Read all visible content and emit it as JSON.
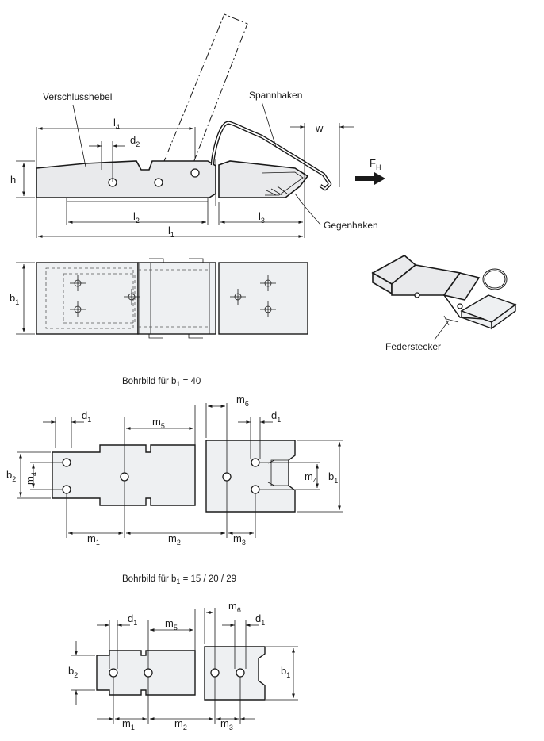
{
  "labels": {
    "verschlusshebel": "Verschlusshebel",
    "spannhaken": "Spannhaken",
    "gegenhaken": "Gegenhaken",
    "federstecker": "Federstecker"
  },
  "force": {
    "main": "F",
    "sub": "H"
  },
  "dims": {
    "h": "h",
    "w": "w",
    "l1": {
      "main": "l",
      "sub": "1"
    },
    "l2": {
      "main": "l",
      "sub": "2"
    },
    "l3": {
      "main": "l",
      "sub": "3"
    },
    "l4": {
      "main": "l",
      "sub": "4"
    },
    "d1": {
      "main": "d",
      "sub": "1"
    },
    "d2": {
      "main": "d",
      "sub": "2"
    },
    "b1": {
      "main": "b",
      "sub": "1"
    },
    "b2": {
      "main": "b",
      "sub": "2"
    },
    "m1": {
      "main": "m",
      "sub": "1"
    },
    "m2": {
      "main": "m",
      "sub": "2"
    },
    "m3": {
      "main": "m",
      "sub": "3"
    },
    "m4": {
      "main": "m",
      "sub": "4"
    },
    "m5": {
      "main": "m",
      "sub": "5"
    },
    "m6": {
      "main": "m",
      "sub": "6"
    }
  },
  "captions": {
    "bohrbild_40": {
      "before": "Bohrbild für b",
      "sub": "1",
      "after": " = 40"
    },
    "bohrbild_small": {
      "before": "Bohrbild für b",
      "sub": "1",
      "after": " = 15 / 20 / 29"
    }
  }
}
